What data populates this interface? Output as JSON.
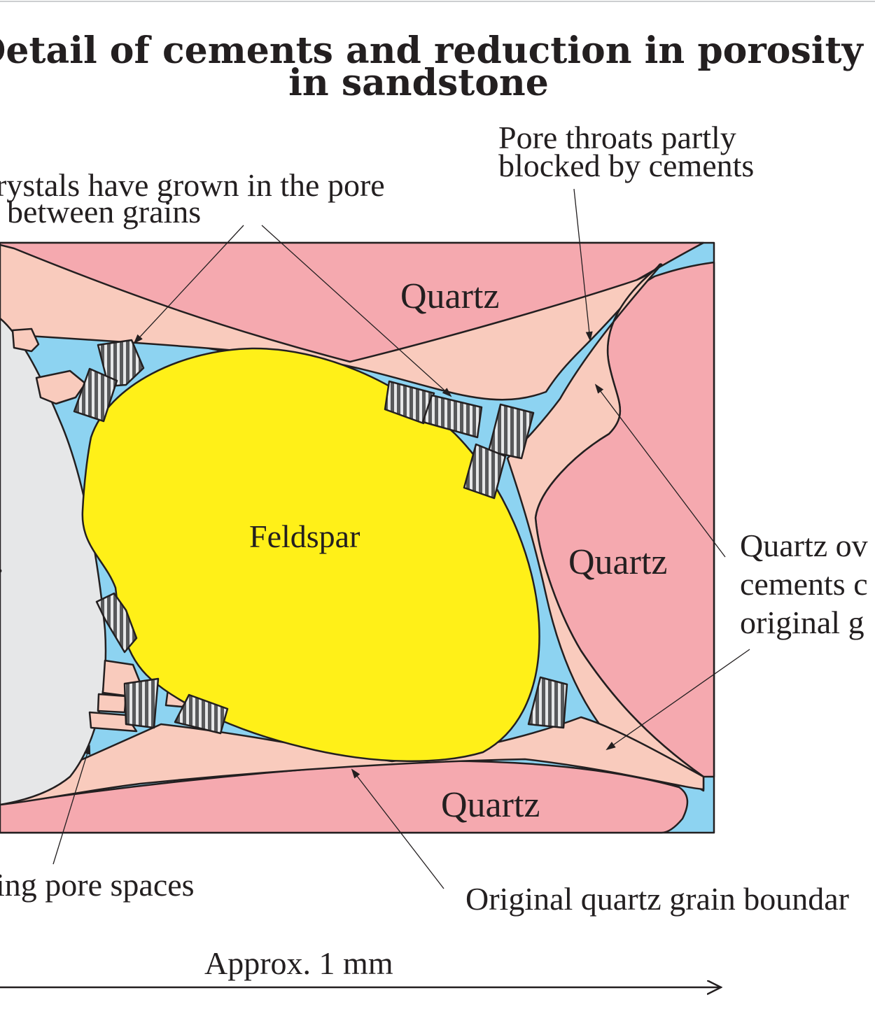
{
  "diagram": {
    "title_line1": "Detail of cements and reduction in porosity",
    "title_line2": "in sandstone",
    "grains": {
      "quartz_top": "Quartz",
      "quartz_right": "Quartz",
      "quartz_bottom": "Quartz",
      "feldspar": "Feldspar",
      "left_grain_fragment": "."
    },
    "labels": {
      "crystals_line1": "rystals have grown in the pore",
      "crystals_line2": "between grains",
      "pore_throats_line1": "Pore throats partly",
      "pore_throats_line2": "blocked by cements",
      "overgrowth_line1": "Quartz ov",
      "overgrowth_line2": "cements c",
      "overgrowth_line3": "original g",
      "pore_spaces": "ing pore spaces",
      "boundary": "Original quartz grain boundar",
      "scale": "Approx. 1 mm"
    },
    "colors": {
      "pore_space": "#8dd3f1",
      "quartz_grain": "#f5a9af",
      "quartz_overgrowth": "#f9cbbd",
      "feldspar": "#fff018",
      "other_grain": "#e6e7e8",
      "clay_cement": "#58595b",
      "outline": "#231f20"
    }
  }
}
